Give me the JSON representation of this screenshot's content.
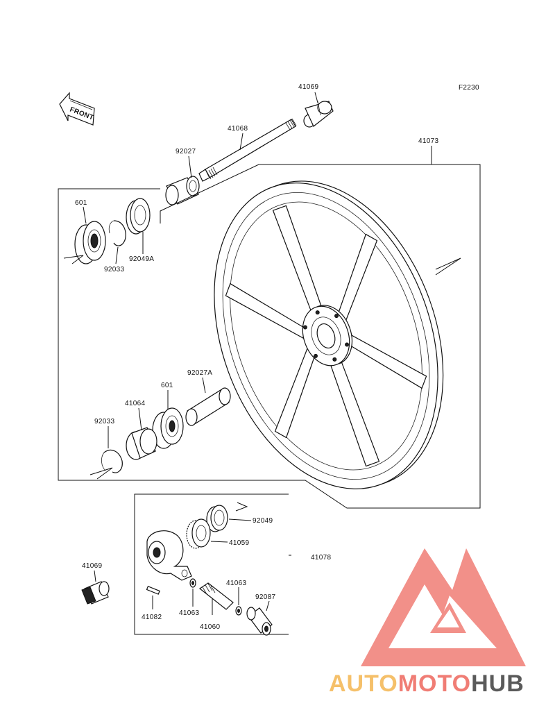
{
  "figure_code": "F2230",
  "front_badge": "FRONT",
  "labels": {
    "axle_nut": "41069",
    "axle": "41068",
    "wheel": "41073",
    "collar_left": "92027",
    "bearing_upper": "601",
    "seal_upper": "92049A",
    "circlip_upper": "92033",
    "collar_right": "92027A",
    "bearing_lower": "601",
    "cap": "41064",
    "circlip_lower": "92033",
    "seal_gear": "92049",
    "gear": "41059",
    "speedo_box": "41078",
    "axle_nut_lower": "41069",
    "pin": "41082",
    "washer_left": "41063",
    "washer_right": "41063",
    "pinion": "41060",
    "bushing": "92087"
  },
  "watermark": {
    "auto": "AUTO",
    "moto": "MOTO",
    "hub": "HUB",
    "colors": {
      "logo": "#f07d75",
      "auto": "#f5c06a",
      "moto": "#f07d75",
      "hub": "#5a5a5a"
    }
  }
}
